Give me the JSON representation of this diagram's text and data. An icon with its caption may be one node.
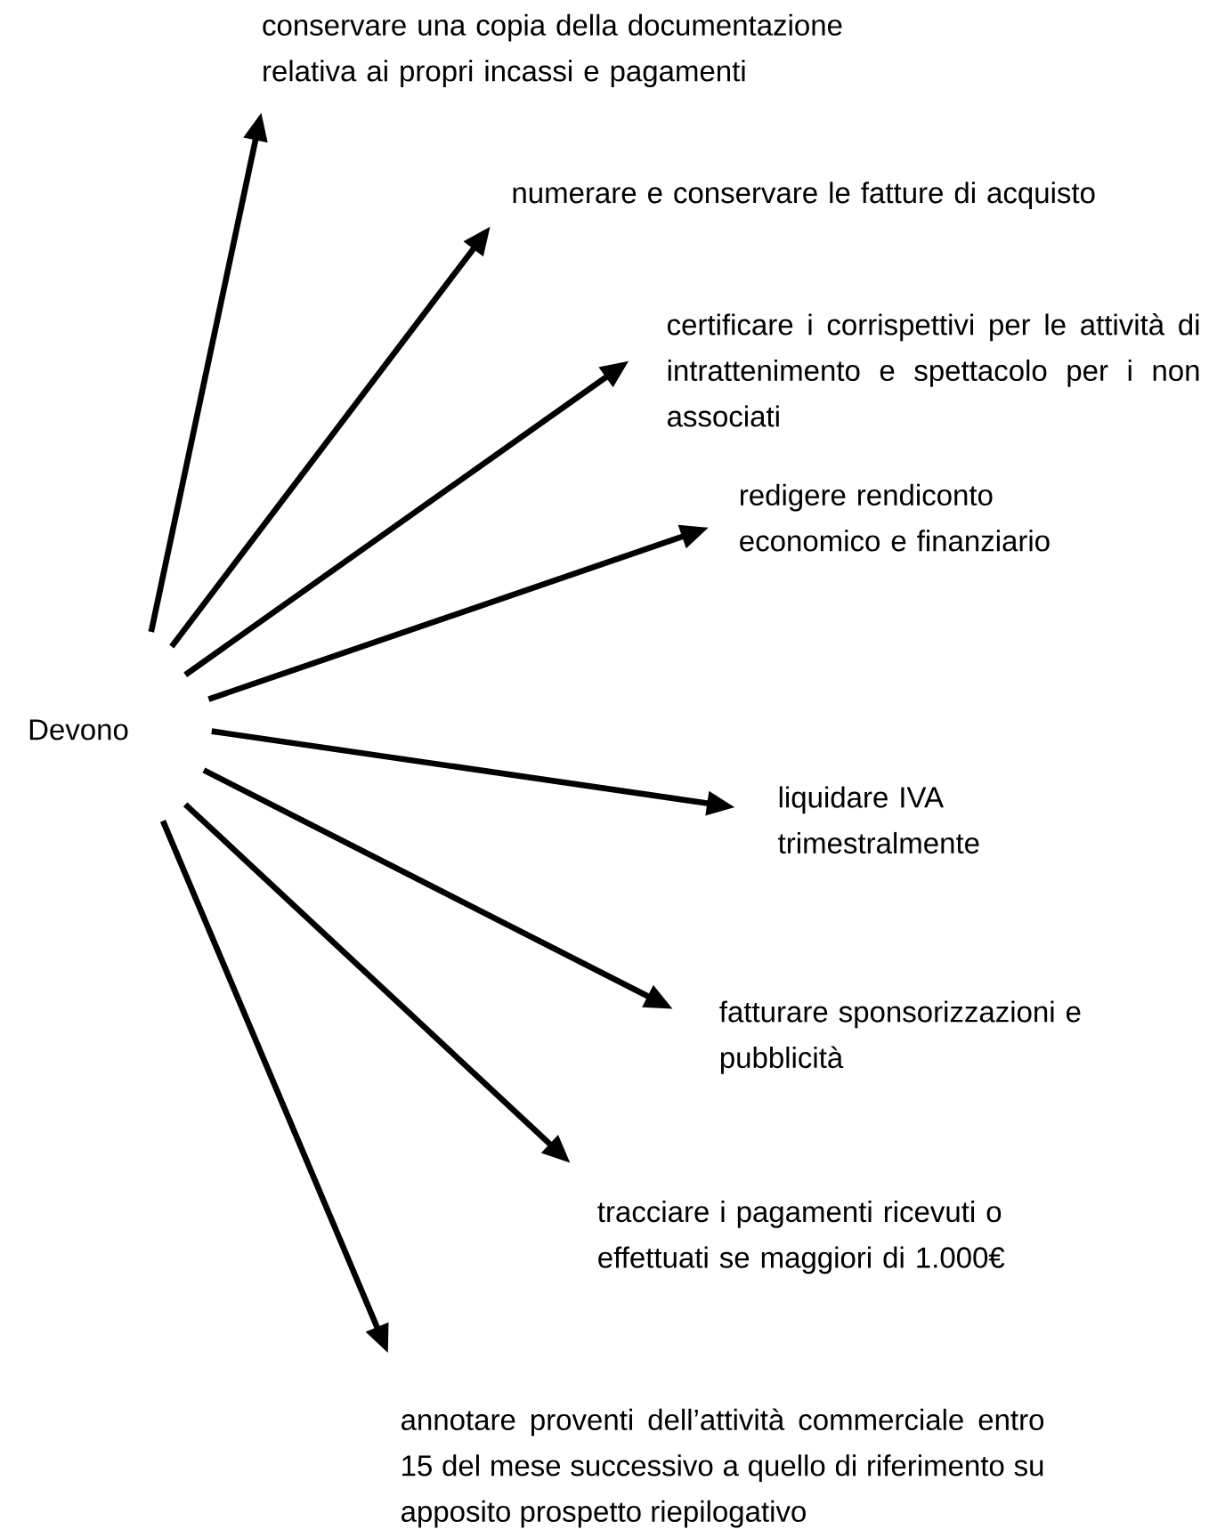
{
  "diagram": {
    "nodes": [
      {
        "text": [
          "Devono"
        ]
      },
      {
        "text": [
          "conservare una copia della documentazione relativa ai propri incassi e pagamenti"
        ]
      },
      {
        "text": [
          "numerare e conservare le fatture di acquisto"
        ]
      },
      {
        "text": [
          "certificare i corrispettivi per le attività di intrattenimento e spettacolo per i non associati"
        ]
      },
      {
        "text": [
          "redigere rendiconto economico e finanziario"
        ]
      },
      {
        "text": [
          "liquidare IVA trimestralmente"
        ]
      },
      {
        "text": [
          "fatturare sponsorizzazioni e pubblicità"
        ]
      },
      {
        "text": [
          "tracciare i pagamenti ricevuti o effettuati se maggiori di 1.000€"
        ]
      },
      {
        "text": [
          "annotare proventi dell’attività commerciale entro 15 del mese successivo a quello di riferimento su apposito prospetto riepilogativo"
        ]
      }
    ],
    "edges": [
      {
        "from": 0,
        "to": 1,
        "arrow": "to"
      },
      {
        "from": 0,
        "to": 2,
        "arrow": "to"
      },
      {
        "from": 0,
        "to": 3,
        "arrow": "to"
      },
      {
        "from": 0,
        "to": 4,
        "arrow": "to"
      },
      {
        "from": 0,
        "to": 5,
        "arrow": "to"
      },
      {
        "from": 0,
        "to": 6,
        "arrow": "to"
      },
      {
        "from": 0,
        "to": 7,
        "arrow": "to"
      },
      {
        "from": 0,
        "to": 8,
        "arrow": "to"
      }
    ]
  }
}
